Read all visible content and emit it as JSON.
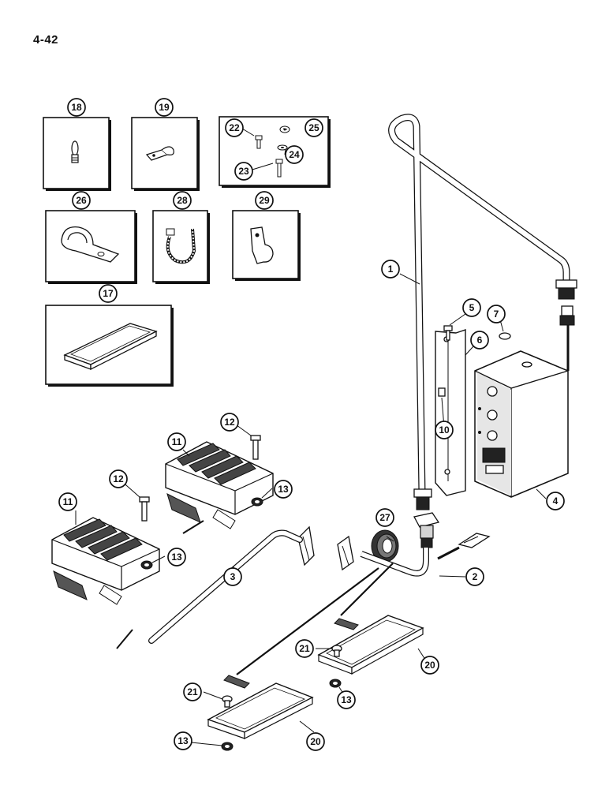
{
  "page": {
    "page_number": "4-42"
  },
  "callouts": {
    "c1": "1",
    "c2": "2",
    "c3": "3",
    "c4": "4",
    "c5": "5",
    "c6": "6",
    "c7": "7",
    "c10": "10",
    "c11a": "11",
    "c11b": "11",
    "c12a": "12",
    "c12b": "12",
    "c13a": "13",
    "c13b": "13",
    "c13c": "13",
    "c13d": "13",
    "c17": "17",
    "c18": "18",
    "c19": "19",
    "c20a": "20",
    "c20b": "20",
    "c21a": "21",
    "c21b": "21",
    "c22": "22",
    "c23": "23",
    "c24": "24",
    "c25": "25",
    "c26": "26",
    "c27": "27",
    "c28": "28",
    "c29": "29"
  },
  "colors": {
    "ink": "#111111",
    "paper": "#ffffff",
    "shade": "#d4d4d4"
  }
}
